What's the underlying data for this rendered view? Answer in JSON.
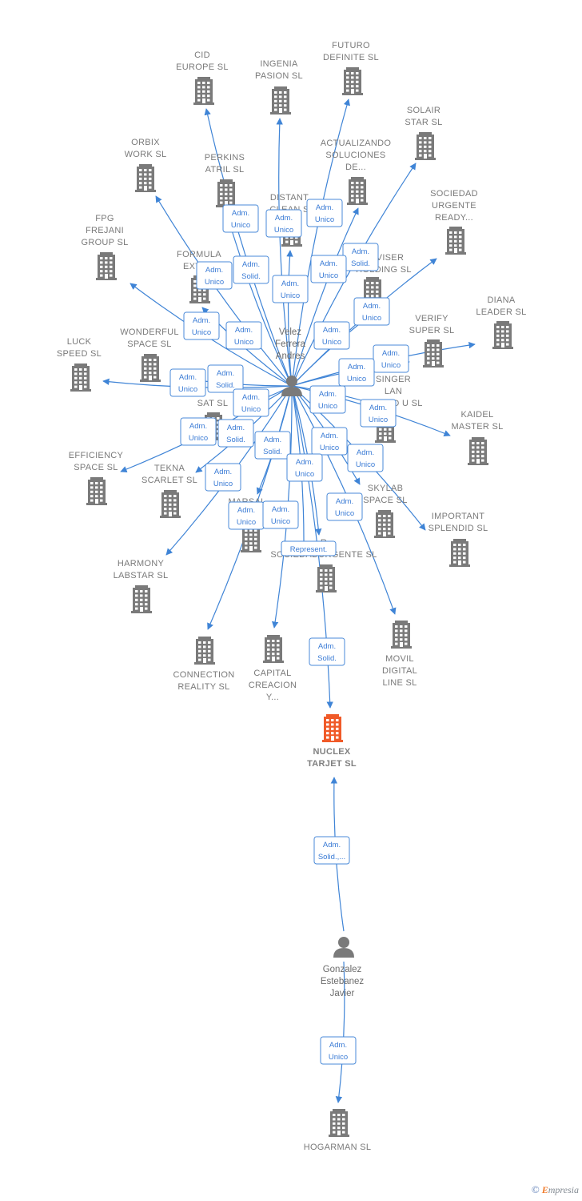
{
  "colors": {
    "edge": "#3f84d6",
    "company": "#7a7a7a",
    "focus_company": "#f05a28",
    "person": "#7a7a7a"
  },
  "persons": [
    {
      "id": "velez",
      "lines": [
        "Velez",
        "Ferrera",
        "Andres"
      ],
      "icon": "person-icon"
    },
    {
      "id": "gonzalez",
      "lines": [
        "Gonzalez",
        "Estebanez",
        "Javier"
      ],
      "icon": "person-icon"
    }
  ],
  "companies": [
    {
      "id": "cid",
      "lines": [
        "CID",
        "EUROPE  SL"
      ]
    },
    {
      "id": "ingenia",
      "lines": [
        "INGENIA",
        "PASION  SL"
      ]
    },
    {
      "id": "futuro",
      "lines": [
        "FUTURO",
        "DEFINITE  SL"
      ]
    },
    {
      "id": "solair",
      "lines": [
        "SOLAIR",
        "STAR  SL"
      ]
    },
    {
      "id": "orbix",
      "lines": [
        "ORBIX",
        "WORK  SL"
      ]
    },
    {
      "id": "perkins",
      "lines": [
        "PERKINS",
        "ATRIL  SL"
      ]
    },
    {
      "id": "actualizando",
      "lines": [
        "ACTUALIZANDO",
        "SOLUCIONES",
        "DE..."
      ]
    },
    {
      "id": "distant",
      "lines": [
        "DISTANT",
        "CLEAN  S"
      ]
    },
    {
      "id": "sociedad_urgente",
      "lines": [
        "SOCIEDAD",
        "URGENTE",
        "READY..."
      ]
    },
    {
      "id": "fpg",
      "lines": [
        "FPG",
        "FREJANI",
        "GROUP  SL"
      ]
    },
    {
      "id": "formula",
      "lines": [
        "FORMULA",
        "EXTE..."
      ]
    },
    {
      "id": "adviser",
      "lines": [
        "ADVISER",
        "HOLDING  SL"
      ]
    },
    {
      "id": "diana",
      "lines": [
        "DIANA",
        "LEADER  SL"
      ]
    },
    {
      "id": "verify",
      "lines": [
        "VERIFY",
        "SUPER  SL"
      ]
    },
    {
      "id": "luck",
      "lines": [
        "LUCK",
        "SPEED  SL"
      ]
    },
    {
      "id": "wonderful",
      "lines": [
        "WONDERFUL",
        "SPACE  SL"
      ]
    },
    {
      "id": "singer",
      "lines": [
        "SINGER",
        "LAN",
        "CROWD U SL"
      ]
    },
    {
      "id": "sat",
      "lines": [
        "SAT  SL"
      ]
    },
    {
      "id": "kaidel",
      "lines": [
        "KAIDEL",
        "MASTER  SL"
      ]
    },
    {
      "id": "efficiency",
      "lines": [
        "EFFICIENCY",
        "SPACE SL"
      ]
    },
    {
      "id": "tekna",
      "lines": [
        "TEKNA",
        "SCARLET  SL"
      ]
    },
    {
      "id": "skylab",
      "lines": [
        "SKYLAB",
        "SPACE  SL"
      ]
    },
    {
      "id": "important",
      "lines": [
        "IMPORTANT",
        "SPLENDID  SL"
      ]
    },
    {
      "id": "marsal",
      "lines": [
        "MARSAL",
        "A..."
      ]
    },
    {
      "id": "harmony",
      "lines": [
        "HARMONY",
        "LABSTAR SL"
      ]
    },
    {
      "id": "sociedad_urgente_sl",
      "lines": [
        "R",
        "SOCIEDADURGENTE SL"
      ]
    },
    {
      "id": "connection",
      "lines": [
        "CONNECTION",
        "REALITY  SL"
      ]
    },
    {
      "id": "capital",
      "lines": [
        "CAPITAL",
        "CREACION",
        "Y..."
      ]
    },
    {
      "id": "movil",
      "lines": [
        "MOVIL",
        "DIGITAL",
        "LINE SL"
      ]
    },
    {
      "id": "nuclex",
      "lines": [
        "NUCLEX",
        "TARJET  SL"
      ],
      "focus": true
    },
    {
      "id": "hogarman",
      "lines": [
        "HOGARMAN SL"
      ]
    }
  ],
  "edges": [
    {
      "from": "velez",
      "to": "cid",
      "role": [
        "Adm.",
        "Unico"
      ]
    },
    {
      "from": "velez",
      "to": "ingenia",
      "role": [
        "Adm.",
        "Unico"
      ]
    },
    {
      "from": "velez",
      "to": "futuro",
      "role": [
        "Adm.",
        "Unico"
      ]
    },
    {
      "from": "velez",
      "to": "solair",
      "role": [
        "Adm.",
        "Solid."
      ]
    },
    {
      "from": "velez",
      "to": "orbix",
      "role": [
        "Adm.",
        "Unico"
      ]
    },
    {
      "from": "velez",
      "to": "perkins",
      "role": [
        "Adm.",
        "Solid."
      ]
    },
    {
      "from": "velez",
      "to": "actualizando",
      "role": [
        "Adm.",
        "Unico"
      ]
    },
    {
      "from": "velez",
      "to": "distant",
      "role": [
        "Adm.",
        "Unico"
      ]
    },
    {
      "from": "velez",
      "to": "sociedad_urgente",
      "role": [
        "Adm.",
        "Unico"
      ]
    },
    {
      "from": "velez",
      "to": "fpg",
      "role": [
        "Adm.",
        "Unico"
      ]
    },
    {
      "from": "velez",
      "to": "formula",
      "role": [
        "Adm.",
        "Unico"
      ]
    },
    {
      "from": "velez",
      "to": "adviser",
      "role": [
        "Adm.",
        "Unico"
      ]
    },
    {
      "from": "velez",
      "to": "diana",
      "role": [
        "Adm.",
        "Unico"
      ]
    },
    {
      "from": "velez",
      "to": "verify",
      "role": [
        "Adm.",
        "Unico"
      ]
    },
    {
      "from": "velez",
      "to": "luck",
      "role": [
        "Adm.",
        "Unico"
      ]
    },
    {
      "from": "velez",
      "to": "wonderful",
      "role": [
        "Adm.",
        "Solid."
      ]
    },
    {
      "from": "velez",
      "to": "singer",
      "role": [
        "Adm.",
        "Unico"
      ]
    },
    {
      "from": "velez",
      "to": "sat",
      "role": [
        "Adm.",
        "Unico"
      ]
    },
    {
      "from": "velez",
      "to": "kaidel",
      "role": [
        "Adm.",
        "Unico"
      ]
    },
    {
      "from": "velez",
      "to": "efficiency",
      "role": [
        "Adm.",
        "Unico"
      ]
    },
    {
      "from": "velez",
      "to": "tekna",
      "role": [
        "Adm.",
        "Solid."
      ]
    },
    {
      "from": "velez",
      "to": "skylab",
      "role": [
        "Adm.",
        "Unico"
      ]
    },
    {
      "from": "velez",
      "to": "important",
      "role": [
        "Adm.",
        "Unico"
      ]
    },
    {
      "from": "velez",
      "to": "marsal",
      "role": [
        "Adm.",
        "Solid."
      ]
    },
    {
      "from": "velez",
      "to": "harmony",
      "role": [
        "Adm.",
        "Unico"
      ]
    },
    {
      "from": "velez",
      "to": "sociedad_urgente_sl",
      "role": [
        "Adm.",
        "Unico"
      ]
    },
    {
      "from": "velez",
      "to": "connection",
      "role": [
        "Adm.",
        "Unico"
      ]
    },
    {
      "from": "velez",
      "to": "capital",
      "role": [
        "Adm.",
        "Unico"
      ]
    },
    {
      "from": "velez",
      "to": "sociedad_urgente_sl",
      "role": [
        "Represent."
      ]
    },
    {
      "from": "velez",
      "to": "movil",
      "role": [
        "Adm.",
        "Unico"
      ]
    },
    {
      "from": "velez",
      "to": "nuclex",
      "role": [
        "Adm.",
        "Solid."
      ]
    },
    {
      "from": "gonzalez",
      "to": "nuclex",
      "role": [
        "Adm.",
        "Solid.,..."
      ]
    },
    {
      "from": "gonzalez",
      "to": "hogarman",
      "role": [
        "Adm.",
        "Unico"
      ]
    }
  ],
  "watermark": {
    "copyright": "©",
    "brand_initial": "E",
    "brand_rest": "mpresia"
  }
}
